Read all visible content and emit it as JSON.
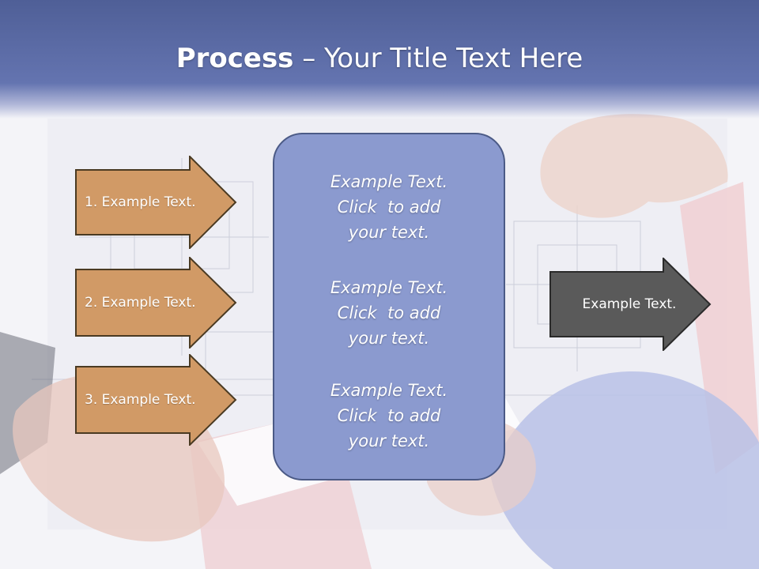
{
  "slide": {
    "title_bold": "Process",
    "title_rest": " – Your Title Text Here"
  },
  "steps": [
    {
      "label": "1. Example Text."
    },
    {
      "label": "2. Example Text."
    },
    {
      "label": "3. Example Text."
    }
  ],
  "center_box": {
    "paragraphs": [
      {
        "line1": "Example Text.",
        "line2": "Click  to add",
        "line3": "your text."
      },
      {
        "line1": "Example Text.",
        "line2": "Click  to add",
        "line3": "your text."
      },
      {
        "line1": "Example Text.",
        "line2": "Click  to add",
        "line3": "your text."
      }
    ]
  },
  "output": {
    "label": "Example Text."
  },
  "colors": {
    "title_band": "#5d6dab",
    "step_arrow_fill": "#d19a66",
    "step_arrow_stroke": "#4a3a22",
    "center_box_fill": "#8b9acf",
    "output_arrow_fill": "#5a5a5a"
  },
  "background": {
    "image": "blueprint-handshake-photo"
  }
}
